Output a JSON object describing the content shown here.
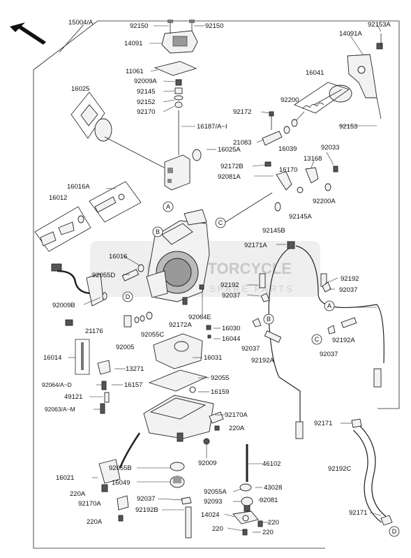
{
  "diagram": {
    "labels": {
      "l15004": "15004/A",
      "l92150a": "92150",
      "l92150b": "92150",
      "l14091": "14091",
      "l11061": "11061",
      "l92009A": "92009A",
      "l92145": "92145",
      "l92152": "92152",
      "l92170": "92170",
      "l16187": "16187/A~I",
      "l16025": "16025",
      "l16025A": "16025A",
      "l92153A": "92153A",
      "l14091A": "14091A",
      "l16041": "16041",
      "l92200": "92200",
      "l92172": "92172",
      "l21083": "21083",
      "l16039": "16039",
      "l92153": "92153",
      "l92172B": "92172B",
      "l92081A": "92081A",
      "l16170": "16170",
      "l13168": "13168",
      "l92033": "92033",
      "l92200A": "92200A",
      "l92145A": "92145A",
      "l92145B": "92145B",
      "l16016A": "16016A",
      "l16012": "16012",
      "l16016": "16016",
      "l92055D": "92055D",
      "l92009B": "92009B",
      "l21176": "21176",
      "l92171A": "92171A",
      "l92192a": "92192",
      "l92192b": "92192",
      "l92037a": "92037",
      "l92037b": "92037",
      "l92037c": "92037",
      "l92037d": "92037",
      "l92064E": "92064E",
      "l92172A": "92172A",
      "l16030": "16030",
      "l16044": "16044",
      "l92005": "92005",
      "l92055C": "92055C",
      "l16031": "16031",
      "l92192A_a": "92192A",
      "l92192A_b": "92192A",
      "l16014": "16014",
      "l13271": "13271",
      "l92064AD": "92064/A~D",
      "l16157": "16157",
      "l49121": "49121",
      "l92063AM": "92063/A~M",
      "l92055": "92055",
      "l16159": "16159",
      "l92170A_a": "92170A",
      "l92170A_b": "92170A",
      "l220A_a": "220A",
      "l220A_b": "220A",
      "l220A_c": "220A",
      "l16021": "16021",
      "l92055B": "92055B",
      "l92009": "92009",
      "l16049": "16049",
      "l46102": "46102",
      "l92055A": "92055A",
      "l43028": "43028",
      "l92037e": "92037",
      "l92093": "92093",
      "l92081": "92081",
      "l92192B": "92192B",
      "l14024": "14024",
      "l220a": "220",
      "l220b": "220",
      "l220c": "220",
      "l92171a": "92171",
      "l92171b": "92171",
      "l92192C": "92192C"
    },
    "circle_refs": {
      "A1": "A",
      "B1": "B",
      "C1": "C",
      "D1": "D",
      "A2": "A",
      "B2": "B",
      "C2": "C",
      "D2": "D"
    },
    "watermark": {
      "line1": "MOTORCYCLE",
      "line2": "SPARE PARTS"
    }
  }
}
